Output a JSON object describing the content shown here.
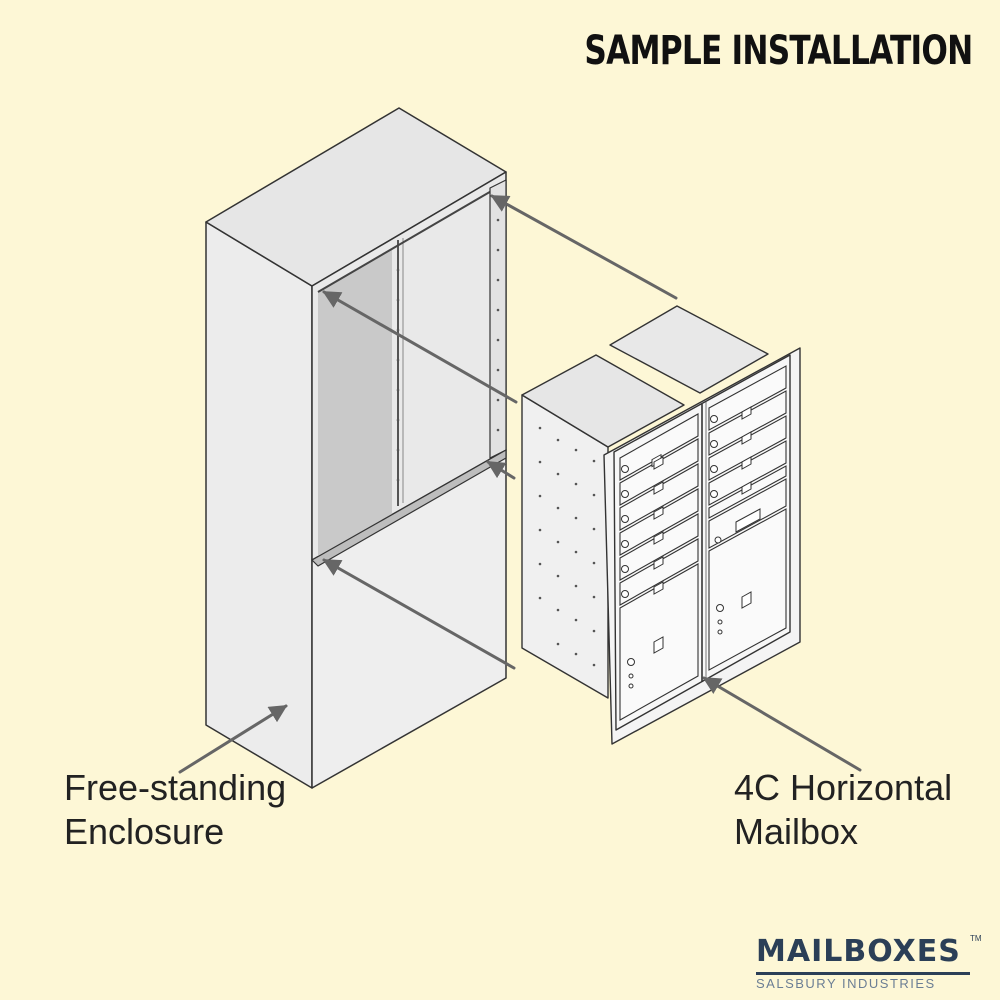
{
  "title": "SAMPLE INSTALLATION",
  "labels": {
    "enclosure": [
      "Free-standing",
      "Enclosure"
    ],
    "mailbox": [
      "4C Horizontal",
      "Mailbox"
    ]
  },
  "logo": {
    "name": "MAILBOXES",
    "trademark": "TM",
    "subtitle": "SALSBURY INDUSTRIES"
  },
  "colors": {
    "background": "#fdf7d6",
    "panel": "#ededed",
    "outline": "#333333",
    "arrow": "#666666",
    "brand": "#2b3f57"
  }
}
